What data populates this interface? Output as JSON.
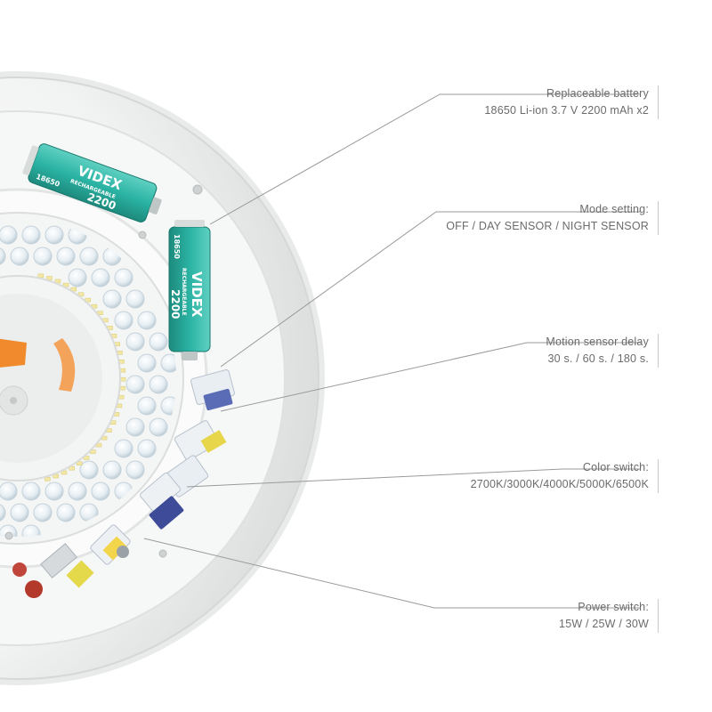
{
  "callouts": [
    {
      "title": "Replaceable battery",
      "detail": "18650 Li-ion 3.7 V 2200 mAh x2"
    },
    {
      "title": "Mode setting:",
      "detail": "OFF / DAY SENSOR / NIGHT SENSOR"
    },
    {
      "title": "Motion sensor delay",
      "detail": "30 s. / 60 s. / 180 s."
    },
    {
      "title": "Color switch:",
      "detail": "2700K/3000K/4000K/5000K/6500K"
    },
    {
      "title": "Power switch:",
      "detail": "15W / 25W / 30W"
    }
  ],
  "battery": {
    "brand": "VIDEX",
    "capacity": "2200",
    "unit": "mAh",
    "subtitle": "RECHARGEABLE",
    "model": "18650",
    "chem": "Li-ion"
  },
  "colors": {
    "battery": "#2ab3a3",
    "accent": "#f08a2c",
    "text": "#6b6b6b",
    "leader": "#9a9a9a"
  }
}
